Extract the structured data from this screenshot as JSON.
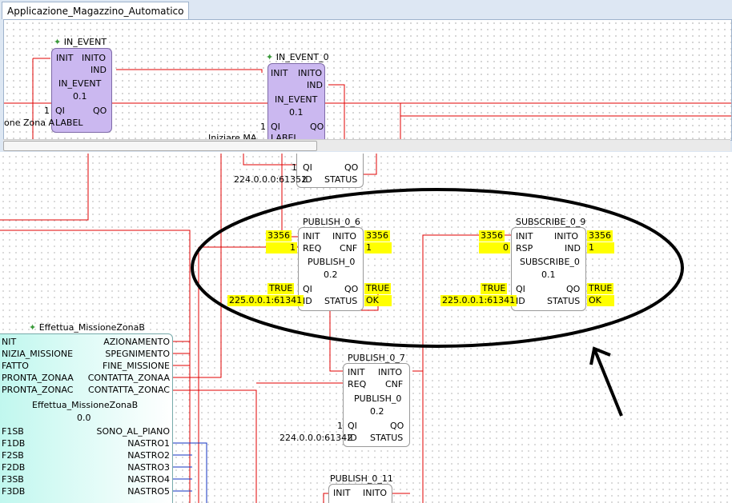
{
  "tab": {
    "title": "Applicazione_Magazzino_Automatico"
  },
  "top": {
    "block1": {
      "title": "IN_EVENT",
      "ev_in": "INIT",
      "ev_out1": "INITO",
      "ev_out2": "IND",
      "type": "IN_EVENT",
      "version": "0.1",
      "qi_val": "1",
      "qi": "QI",
      "qo": "QO",
      "label": "LABEL",
      "label_val": "one Zona A"
    },
    "block2": {
      "title": "IN_EVENT_0",
      "ev_in": "INIT",
      "ev_out1": "INITO",
      "ev_out2": "IND",
      "type": "IN_EVENT",
      "version": "0.1",
      "qi_val": "1",
      "qi": "QI",
      "qo": "QO",
      "label": "LABEL",
      "label_val": "Iniziare MA"
    }
  },
  "main": {
    "partial": {
      "qi_val": "1",
      "qi": "QI",
      "qo": "QO",
      "id_val": "224.0.0.0:61352",
      "id": "ID",
      "status": "STATUS"
    },
    "publish06": {
      "title": "PUBLISH_0_6",
      "init": "INIT",
      "req": "REQ",
      "inito": "INITO",
      "cnf": "CNF",
      "type": "PUBLISH_0",
      "version": "0.2",
      "qi": "QI",
      "id": "ID",
      "qo": "QO",
      "status": "STATUS",
      "in_init_val": "3356",
      "in_req_val": "1",
      "out_inito_val": "3356",
      "out_cnf_val": "1",
      "qi_val": "TRUE",
      "id_val": "225.0.0.1:61341",
      "qo_val": "TRUE",
      "status_val": "OK"
    },
    "subscribe09": {
      "title": "SUBSCRIBE_0_9",
      "init": "INIT",
      "rsp": "RSP",
      "inito": "INITO",
      "ind": "IND",
      "type": "SUBSCRIBE_0",
      "version": "0.1",
      "qi": "QI",
      "id": "ID",
      "qo": "QO",
      "status": "STATUS",
      "in_init_val": "3356",
      "in_rsp_val": "0",
      "out_inito_val": "3356",
      "out_ind_val": "1",
      "qi_val": "TRUE",
      "id_val": "225.0.0.1:61341",
      "qo_val": "TRUE",
      "status_val": "OK"
    },
    "publish07": {
      "title": "PUBLISH_0_7",
      "init": "INIT",
      "req": "REQ",
      "inito": "INITO",
      "cnf": "CNF",
      "type": "PUBLISH_0",
      "version": "0.2",
      "qi_val": "1",
      "qi": "QI",
      "qo": "QO",
      "id_val": "224.0.0.0:61342",
      "id": "ID",
      "status": "STATUS"
    },
    "publish011": {
      "title": "PUBLISH_0_11",
      "init": "INIT",
      "inito": "INITO"
    },
    "effettua": {
      "title": "Effettua_MissioneZonaB",
      "type": "Effettua_MissioneZonaB",
      "version": "0.0",
      "inputs": [
        "NIT",
        "NIZIA_MISSIONE",
        "FATTO",
        "PRONTA_ZONAA",
        "PRONTA_ZONAC"
      ],
      "outputs": [
        "AZIONAMENTO",
        "SPEGNIMENTO",
        "FINE_MISSIONE",
        "CONTATTA_ZONAA",
        "CONTATTA_ZONAC"
      ],
      "data_inputs": [
        "F1SB",
        "F1DB",
        "F2SB",
        "F2DB",
        "F3SB",
        "F3DB"
      ],
      "data_outputs": [
        "SONO_AL_PIANO",
        "NASTRO1",
        "NASTRO2",
        "NASTRO3",
        "NASTRO4",
        "NASTRO5"
      ]
    }
  }
}
